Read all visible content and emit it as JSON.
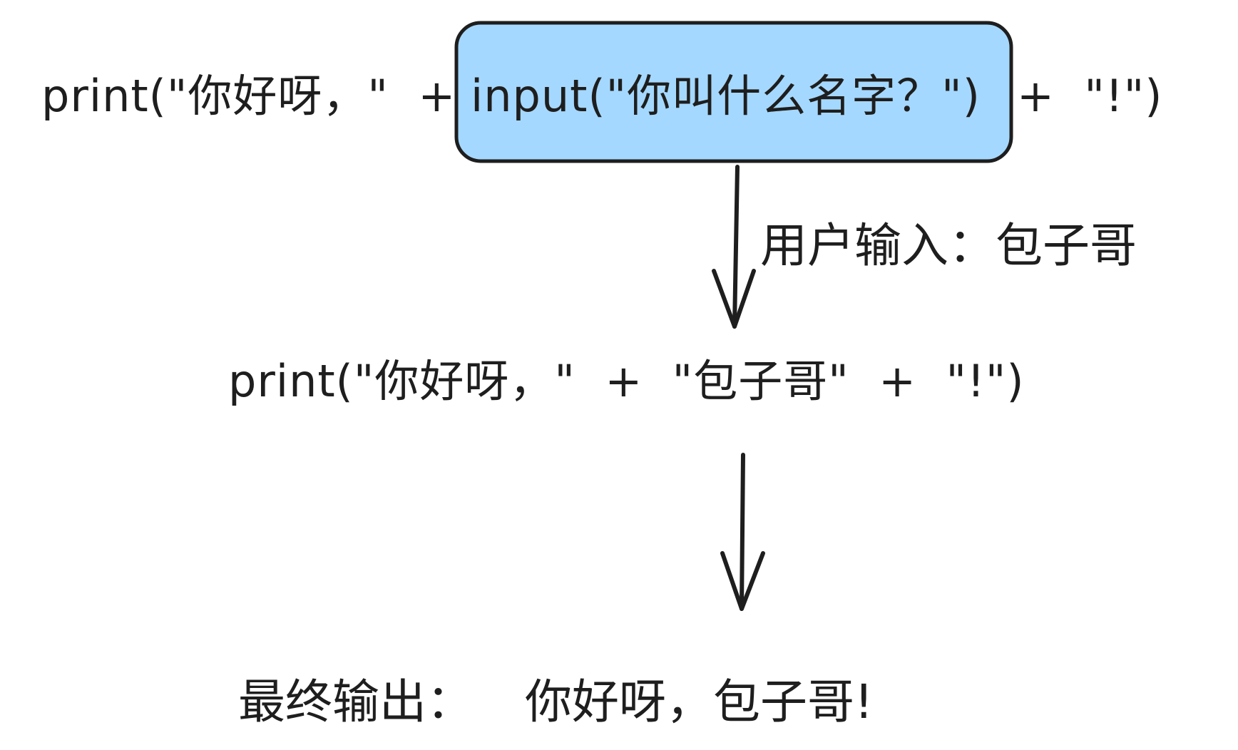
{
  "line1": {
    "prefix": "print(\"你好呀，\"  +",
    "highlighted": "input(\"你叫什么名字？\")",
    "suffix": "+  \"!\")"
  },
  "arrow1_label": "用户输入：包子哥",
  "line2": "print(\"你好呀，\"  +  \"包子哥\"  +  \"!\")",
  "final": {
    "label": "最终输出：",
    "value": "你好呀，包子哥!"
  },
  "colors": {
    "highlight_fill": "#a5d8ff",
    "stroke": "#1e1e1e"
  }
}
